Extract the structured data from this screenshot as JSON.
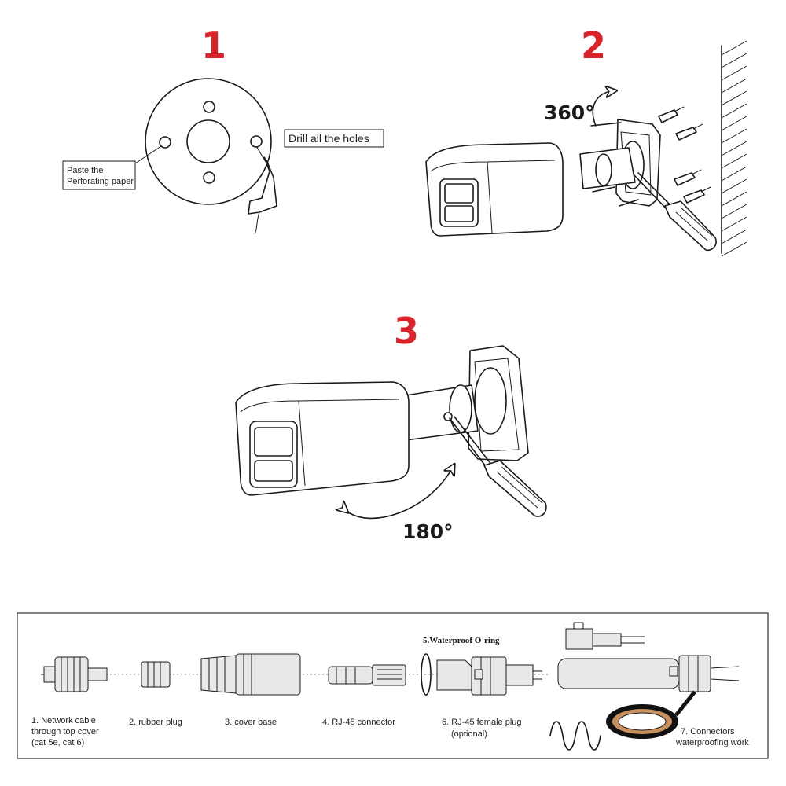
{
  "steps": {
    "step1": {
      "number": "1",
      "drill_label": "Drill all the holes",
      "paste_label_line1": "Paste the",
      "paste_label_line2": "Perforating paper"
    },
    "step2": {
      "number": "2",
      "rotation": "360°"
    },
    "step3": {
      "number": "3",
      "rotation": "180°"
    }
  },
  "connectors": {
    "heading": "5.Waterproof O-ring",
    "items": [
      {
        "lines": [
          "1. Network cable",
          "through top cover",
          "(cat 5e, cat 6)"
        ]
      },
      {
        "lines": [
          "2. rubber plug"
        ]
      },
      {
        "lines": [
          "3. cover base"
        ]
      },
      {
        "lines": [
          "4. RJ-45 connector"
        ]
      },
      {
        "lines": [
          "6. RJ-45 female plug",
          "(optional)"
        ]
      },
      {
        "lines": [
          "7. Connectors",
          "waterproofing work"
        ]
      }
    ]
  },
  "colors": {
    "step_number": "#d8232a",
    "line": "#1a1a1a",
    "tape": "#c8905f"
  }
}
